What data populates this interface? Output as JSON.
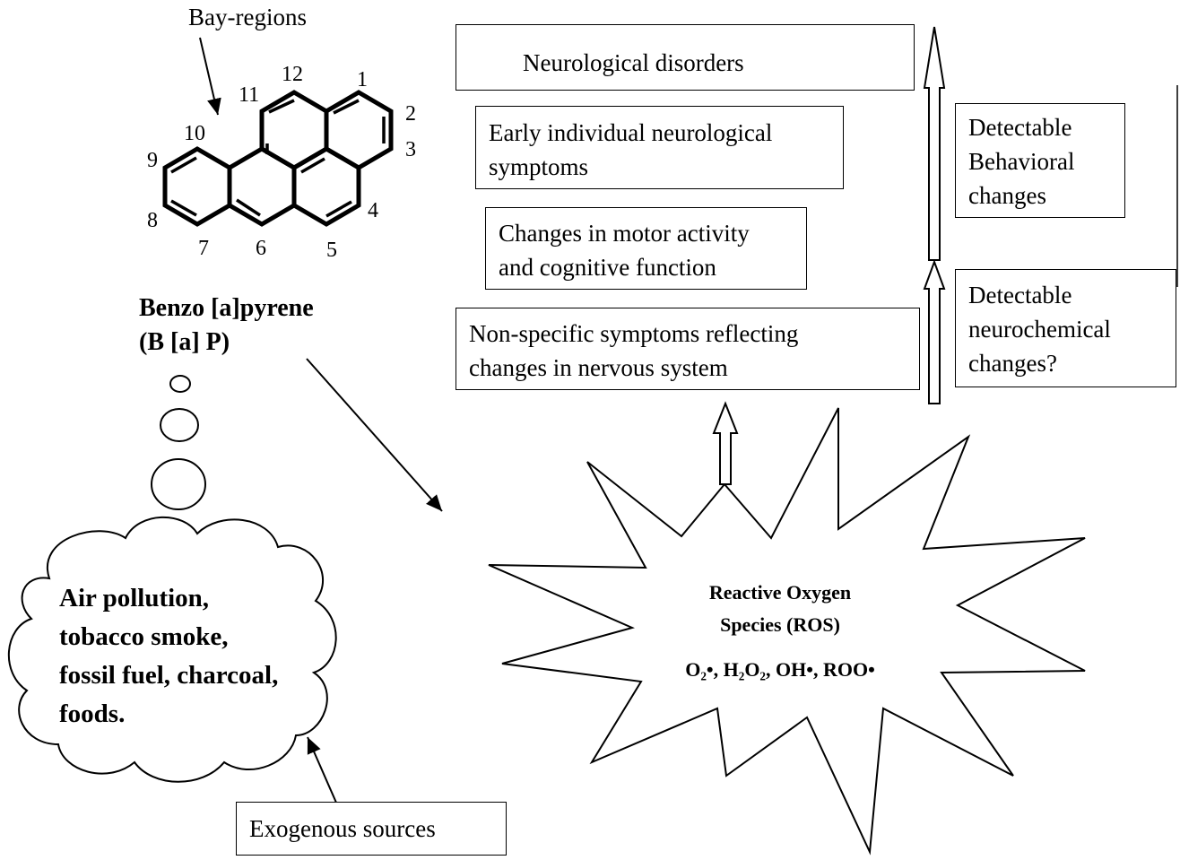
{
  "bay_label": "Bay-regions",
  "atom_numbers": [
    "1",
    "2",
    "3",
    "4",
    "5",
    "6",
    "7",
    "8",
    "9",
    "10",
    "11",
    "12"
  ],
  "compound": {
    "name": "Benzo [a]pyrene",
    "abbr": "(B [a] P)"
  },
  "boxes": {
    "neurological_disorders": "Neurological disorders",
    "early_symptoms": [
      "Early individual neurological",
      "symptoms"
    ],
    "motor_changes": [
      "Changes in motor activity",
      "and cognitive function"
    ],
    "nonspecific": [
      "Non-specific symptoms reflecting",
      "changes in nervous system"
    ],
    "behavioral": [
      "Detectable",
      "Behavioral",
      "changes"
    ],
    "neurochemical": [
      "Detectable",
      "neurochemical",
      "changes?"
    ],
    "exogenous": "Exogenous sources"
  },
  "cloud_lines": [
    "Air pollution,",
    "tobacco smoke,",
    "fossil fuel, charcoal,",
    "foods."
  ],
  "ros": {
    "title_line1": "Reactive Oxygen",
    "title_line2": "Species (ROS)",
    "species": "O₂•, H₂O₂, OH•, ROO•"
  }
}
